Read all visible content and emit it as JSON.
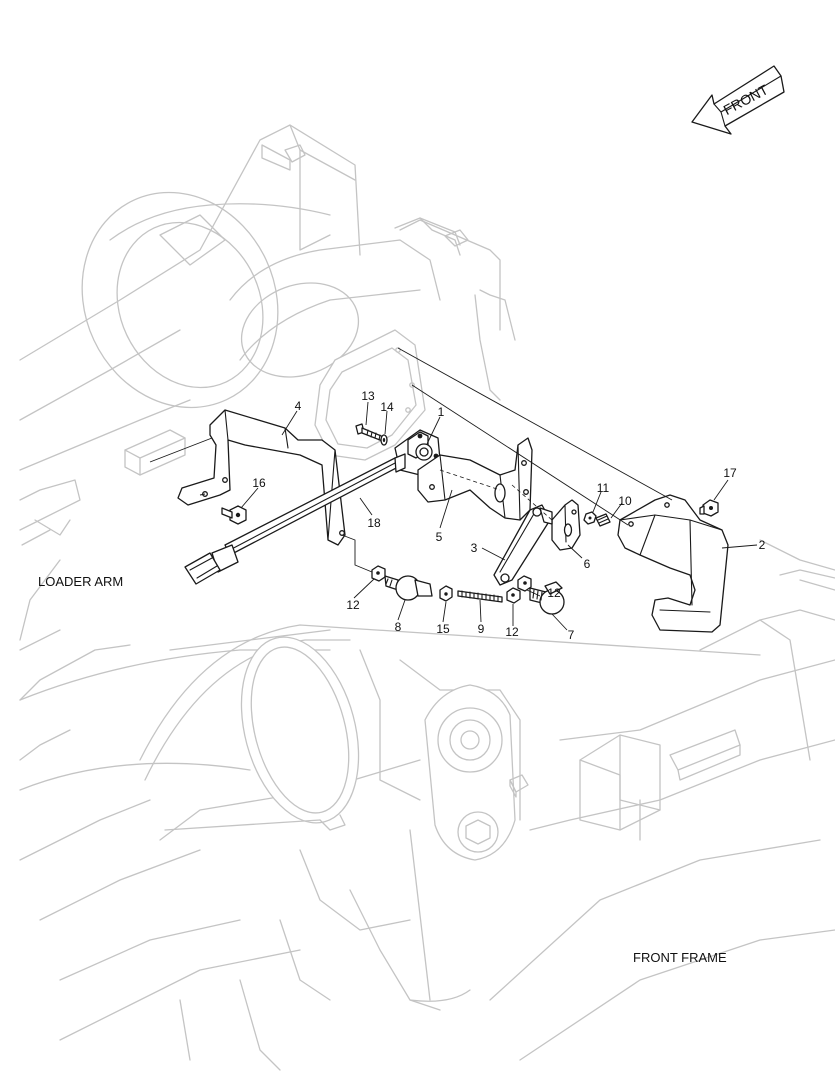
{
  "labels": {
    "front": "FRONT",
    "loader_arm": "LOADER ARM",
    "front_frame": "FRONT FRAME"
  },
  "callouts": {
    "c1": "1",
    "c2": "2",
    "c3": "3",
    "c4": "4",
    "c5": "5",
    "c6": "6",
    "c7": "7",
    "c8": "8",
    "c9": "9",
    "c10": "10",
    "c11": "11",
    "c12a": "12",
    "c12b": "12",
    "c12c": "12",
    "c13": "13",
    "c14": "14",
    "c15": "15",
    "c16": "16",
    "c17": "17",
    "c18": "18"
  }
}
